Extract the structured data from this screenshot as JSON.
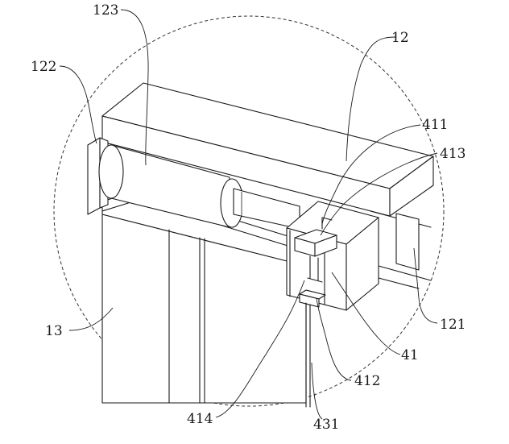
{
  "figure": {
    "labels": {
      "l123": "123",
      "l12": "12",
      "l122": "122",
      "l411": "411",
      "l413": "413",
      "l13": "13",
      "l121": "121",
      "l41": "41",
      "l412": "412",
      "l414": "414",
      "l431": "431"
    },
    "colors": {
      "line": "#1a1a1a",
      "background": "#ffffff"
    }
  }
}
